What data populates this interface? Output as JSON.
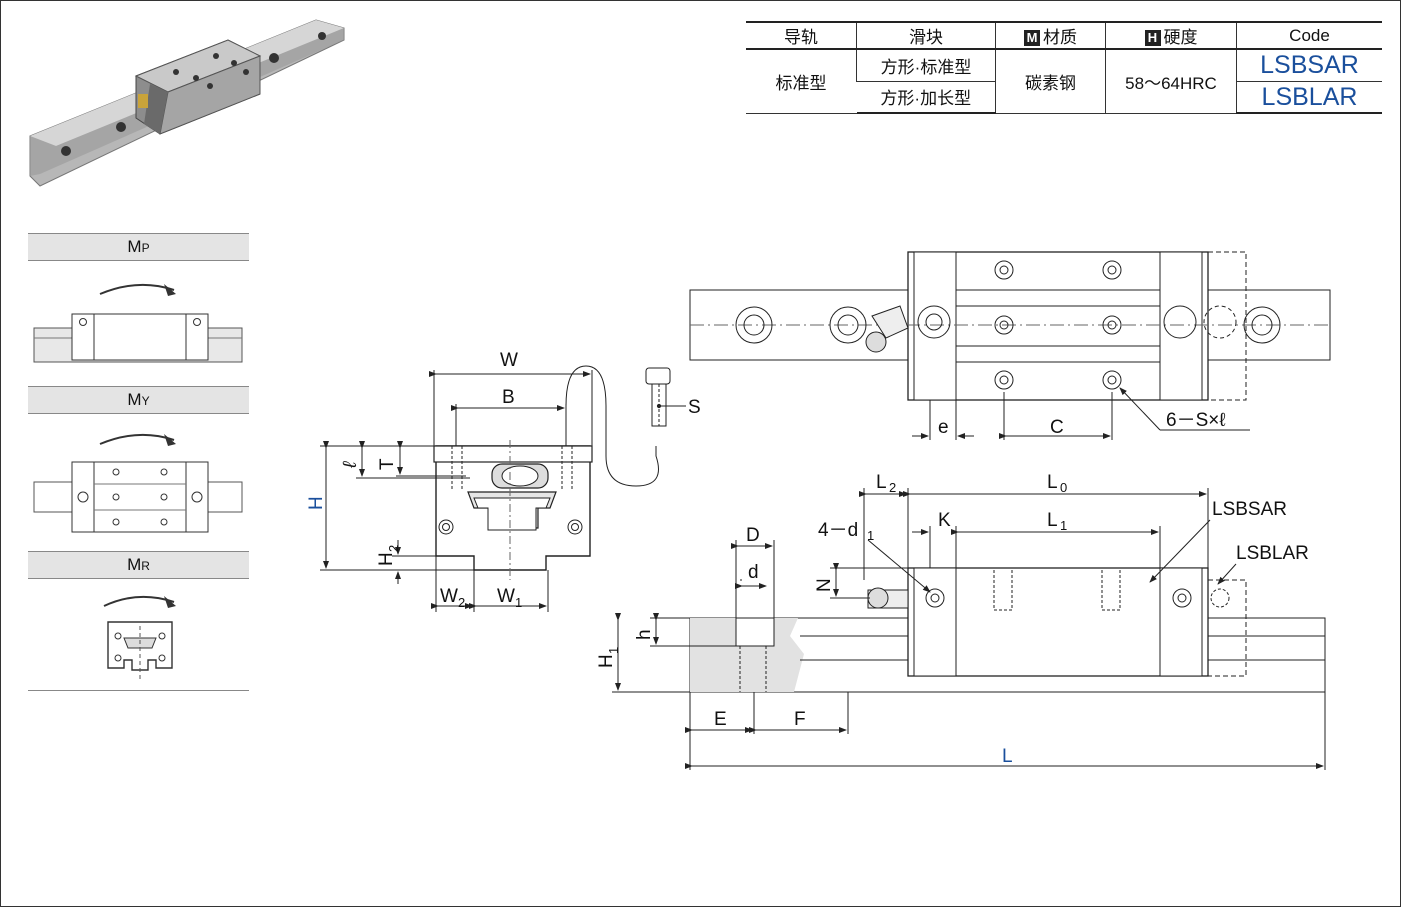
{
  "table": {
    "headers": {
      "rail": "导轨",
      "block": "滑块",
      "material_badge": "M",
      "material": "材质",
      "hardness_badge": "H",
      "hardness": "硬度",
      "code": "Code"
    },
    "rail_type": "标准型",
    "block_types": [
      "方形·标准型",
      "方形·加长型"
    ],
    "material_value": "碳素钢",
    "hardness_value": "58～64HRC",
    "codes": [
      "LSBSAR",
      "LSBLAR"
    ]
  },
  "moments": [
    {
      "main": "M",
      "sub": "P"
    },
    {
      "main": "M",
      "sub": "Y"
    },
    {
      "main": "M",
      "sub": "R"
    }
  ],
  "dimensions": {
    "W": "W",
    "B": "B",
    "H": "H",
    "T": "T",
    "l": "ℓ",
    "H2": "H",
    "H2_sub": "2",
    "W2": "W",
    "W2_sub": "2",
    "W1": "W",
    "W1_sub": "1",
    "S": "S",
    "e": "e",
    "C": "C",
    "holes": "6－S×ℓ",
    "L2": "L",
    "L2_sub": "2",
    "L0": "L",
    "L0_sub": "0",
    "K": "K",
    "L1": "L",
    "L1_sub": "1",
    "d1": "4－d",
    "d1_sub": "1",
    "D": "D",
    "d": "d",
    "N": "N",
    "h": "h",
    "H1": "H",
    "H1_sub": "1",
    "E": "E",
    "F": "F",
    "L": "L",
    "label_sar": "LSBSAR",
    "label_lar": "LSBLAR"
  },
  "colors": {
    "accent": "#1a4f9c",
    "header_bg": "#e4e4e4"
  }
}
